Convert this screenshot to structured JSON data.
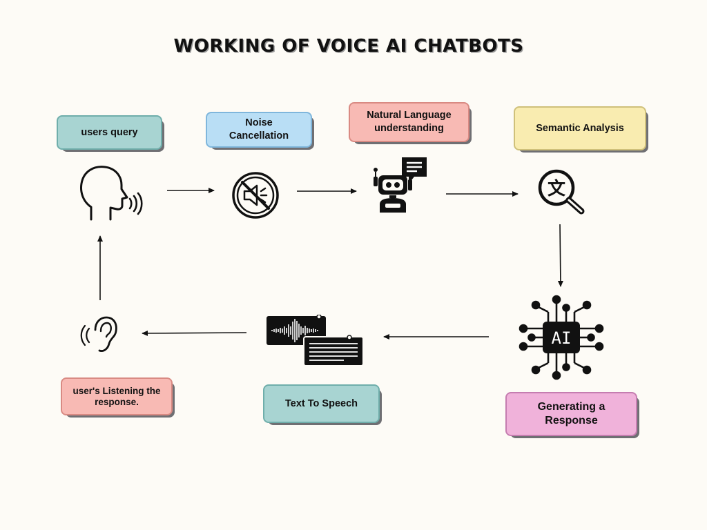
{
  "title": "WORKING OF VOICE AI CHATBOTS",
  "steps": {
    "users_query": "users query",
    "noise_cancellation": "Noise Cancellation",
    "nlu": "Natural Language understanding",
    "semantic_analysis": "Semantic Analysis",
    "generating_response": "Generating a Response",
    "text_to_speech": "Text To Speech",
    "user_listening": "user's Listening the response."
  },
  "icons": {
    "ai_chip_label": "AI",
    "translate_glyph": "文"
  },
  "colors": {
    "teal": "#a8d4d2",
    "blue": "#b9def5",
    "pink": "#f8bab4",
    "yellow": "#f9ecb0",
    "magenta": "#f0b2da"
  }
}
